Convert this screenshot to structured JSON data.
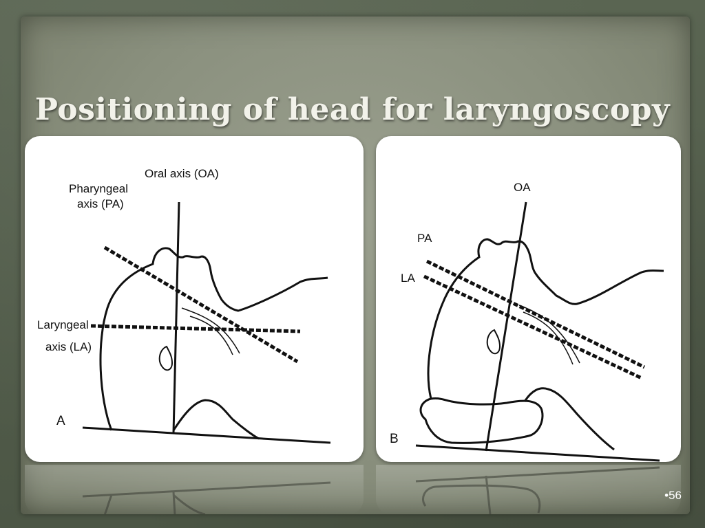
{
  "slide": {
    "title": "Positioning of head for laryngoscopy",
    "page_number": "•56"
  },
  "figure_a": {
    "panel_label": "A",
    "oral_axis": "Oral axis (OA)",
    "pharyngeal_axis_line1": "Pharyngeal",
    "pharyngeal_axis_line2": "axis (PA)",
    "laryngeal_axis_line1": "Laryngeal",
    "laryngeal_axis_line2": "axis (LA)"
  },
  "figure_b": {
    "panel_label": "B",
    "oral_axis": "OA",
    "pharyngeal_axis": "PA",
    "laryngeal_axis": "LA"
  },
  "colors": {
    "background": "#4f5a48",
    "title": "#f2f2ea",
    "panel": "#ffffff",
    "ink": "#111111"
  }
}
